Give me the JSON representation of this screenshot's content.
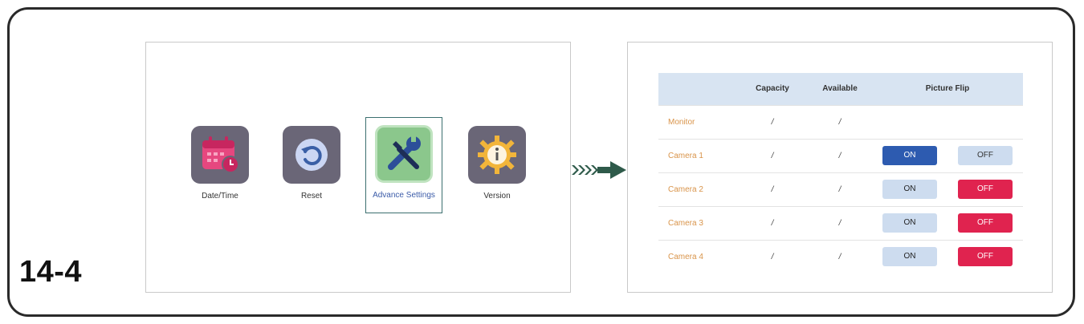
{
  "step_label": "14-4",
  "menu": {
    "items": [
      {
        "label": "Date/Time"
      },
      {
        "label": "Reset"
      },
      {
        "label": "Advance Settings"
      },
      {
        "label": "Version"
      }
    ]
  },
  "table": {
    "headers": [
      "",
      "Capacity",
      "Available",
      "Picture Flip"
    ],
    "rows": [
      {
        "name": "Monitor",
        "capacity": "/",
        "available": "/",
        "on": "",
        "off": ""
      },
      {
        "name": "Camera 1",
        "capacity": "/",
        "available": "/",
        "on": "ON",
        "off": "OFF"
      },
      {
        "name": "Camera 2",
        "capacity": "/",
        "available": "/",
        "on": "ON",
        "off": "OFF"
      },
      {
        "name": "Camera 3",
        "capacity": "/",
        "available": "/",
        "on": "ON",
        "off": "OFF"
      },
      {
        "name": "Camera 4",
        "capacity": "/",
        "available": "/",
        "on": "ON",
        "off": "OFF"
      }
    ]
  },
  "colors": {
    "tile_bg": "#6a6677",
    "tile_selected_bg": "#8bc78c",
    "on_active": "#2d5bb0",
    "off_active": "#e0234f",
    "idle_button": "#cddcef",
    "header_bg": "#d8e4f2",
    "row_name": "#d9944a"
  }
}
